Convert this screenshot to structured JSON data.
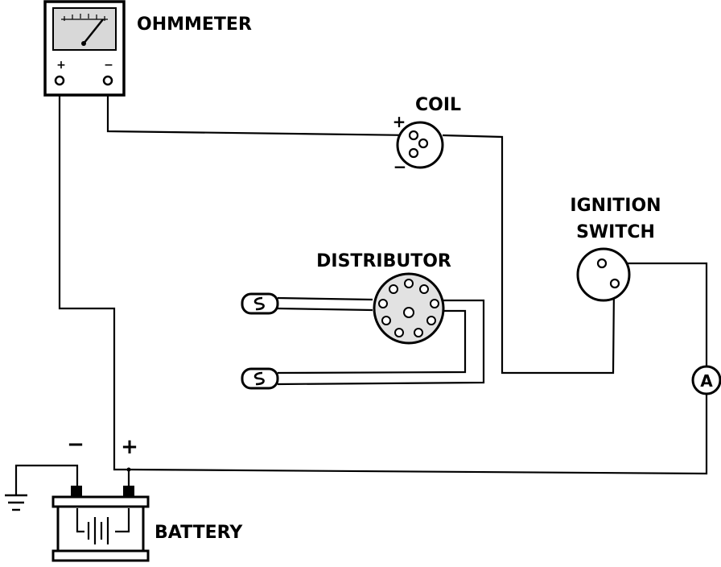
{
  "labels": {
    "ohmmeter": "OHMMETER",
    "coil": "COIL",
    "ignition_switch_line1": "IGNITION",
    "ignition_switch_line2": "SWITCH",
    "distributor": "DISTRIBUTOR",
    "battery": "BATTERY",
    "ammeter": "A",
    "coil_plus": "+",
    "coil_minus": "−",
    "battery_minus": "−",
    "battery_plus": "+"
  },
  "icons": {
    "ohmmeter": "ohmmeter-meter-icon",
    "coil": "ignition-coil-icon",
    "distributor": "distributor-cap-icon",
    "ignition_switch": "ignition-switch-icon",
    "ammeter": "ammeter-icon",
    "battery": "battery-icon",
    "ground": "ground-icon",
    "spark_plugs": "spark-plug-icon"
  },
  "colors": {
    "ink": "#000000",
    "paper": "#ffffff",
    "meter_face": "#d8d8d8"
  }
}
